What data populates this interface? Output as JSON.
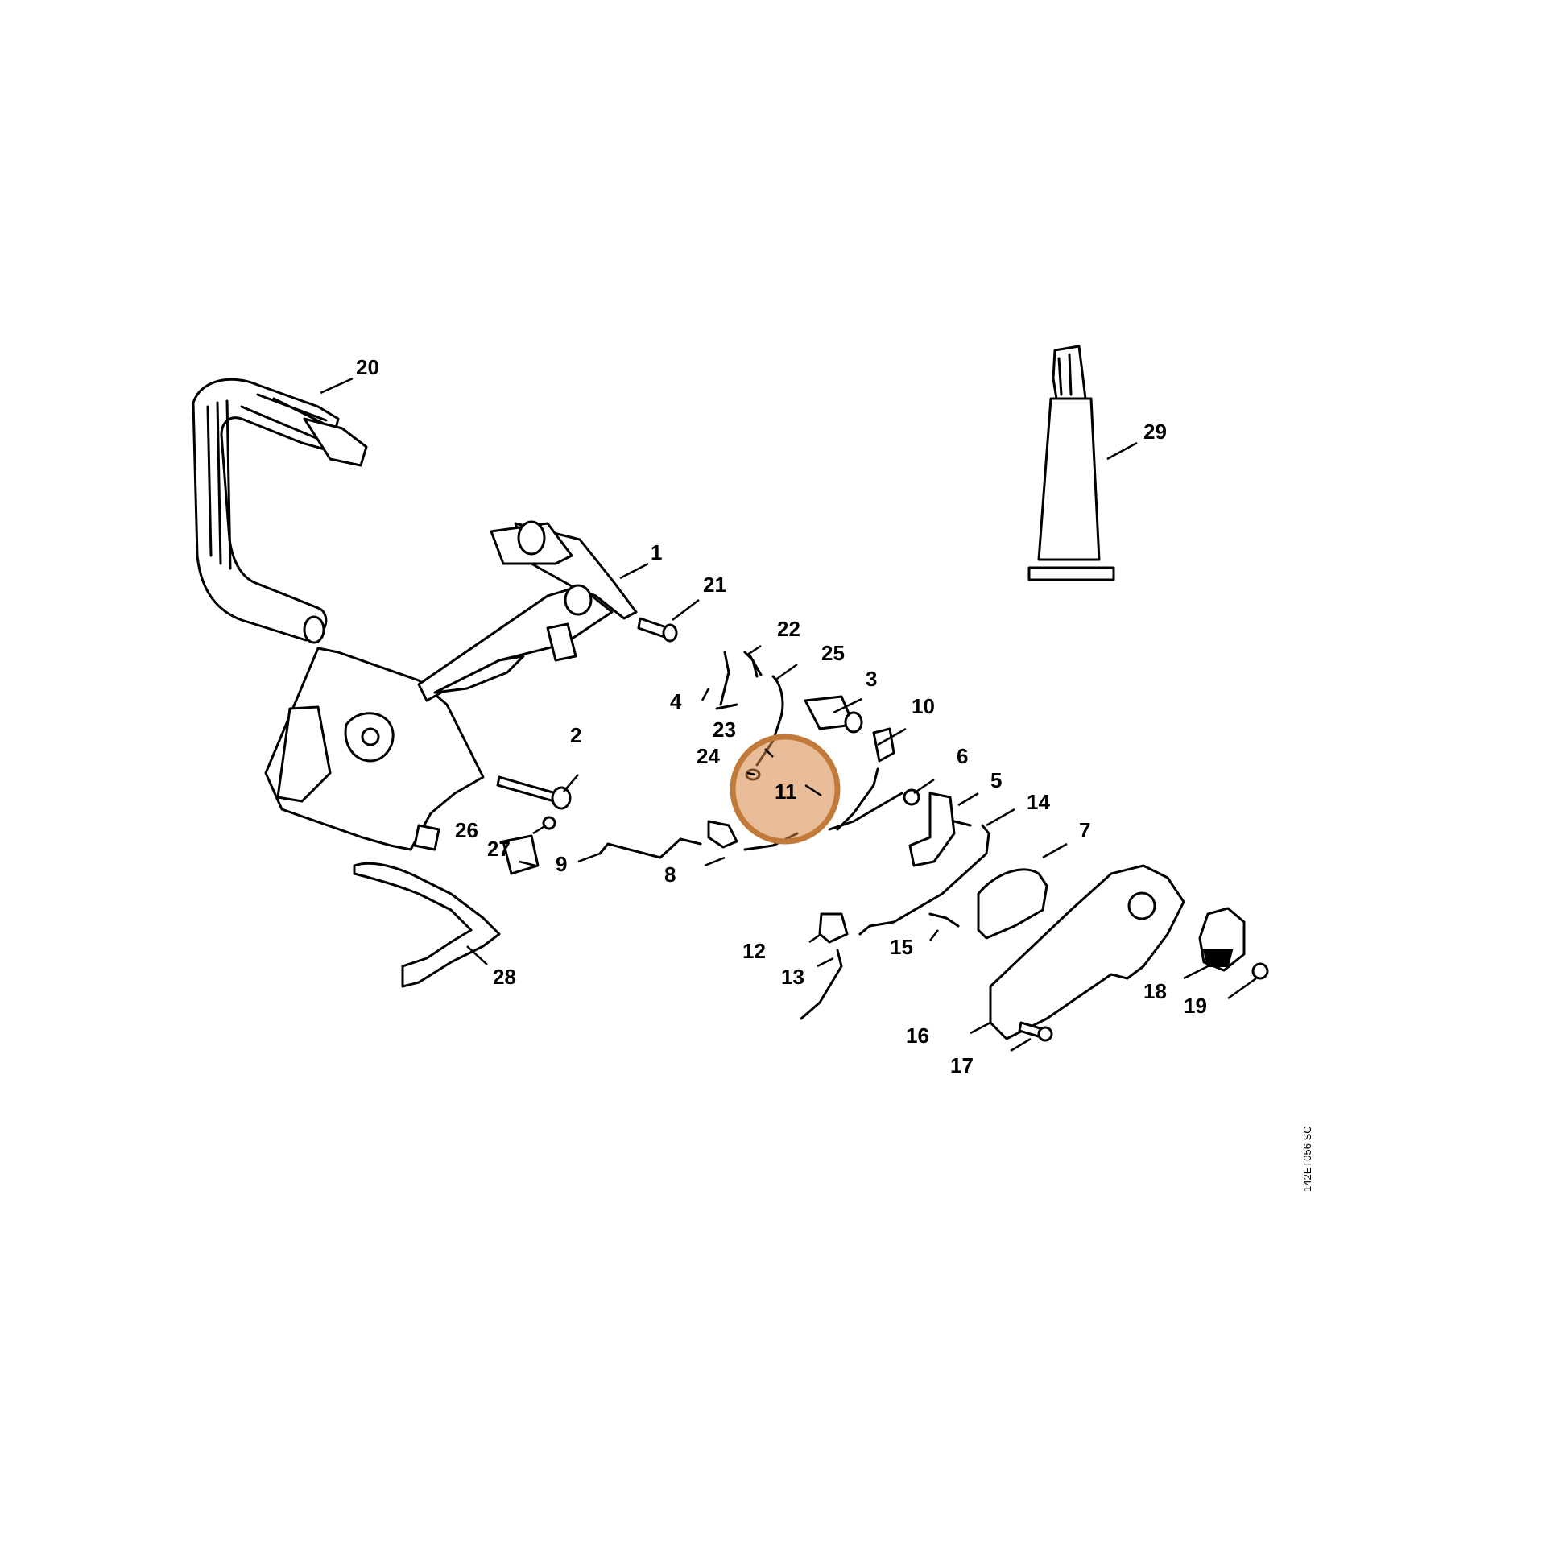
{
  "diagram": {
    "drawing_code": "142ET056 SC",
    "highlight_color": "#c27a3a",
    "highlighted_part": "11",
    "callouts": [
      "1",
      "2",
      "3",
      "4",
      "5",
      "6",
      "7",
      "8",
      "9",
      "10",
      "11",
      "12",
      "13",
      "14",
      "15",
      "16",
      "17",
      "18",
      "19",
      "20",
      "21",
      "22",
      "23",
      "24",
      "25",
      "26",
      "27",
      "28",
      "29"
    ]
  }
}
